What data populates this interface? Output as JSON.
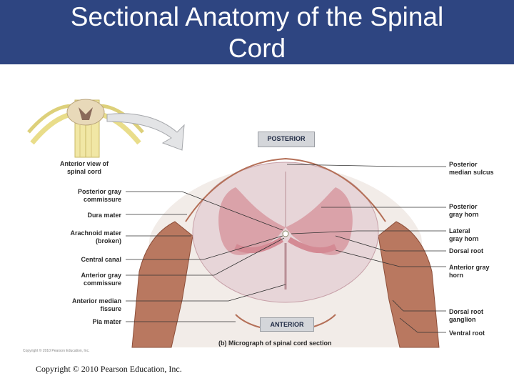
{
  "slide": {
    "title_line1": "Sectional Anatomy of the Spinal",
    "title_line2": "Cord",
    "footer": "Copyright © 2010 Pearson Education, Inc.",
    "small_copyright": "Copyright © 2010 Pearson Education, Inc."
  },
  "figure": {
    "inset_label_line1": "Anterior view of",
    "inset_label_line2": "spinal cord",
    "posterior_box": "POSTERIOR",
    "anterior_box": "ANTERIOR",
    "caption": "(b) Micrograph of spinal cord section",
    "left_labels": [
      {
        "line1": "Posterior gray",
        "line2": "commissure"
      },
      {
        "line1": "Dura mater",
        "line2": ""
      },
      {
        "line1": "Arachnoid mater",
        "line2": "(broken)"
      },
      {
        "line1": "Central canal",
        "line2": ""
      },
      {
        "line1": "Anterior gray",
        "line2": "commissure"
      },
      {
        "line1": "Anterior median",
        "line2": "fissure"
      },
      {
        "line1": "Pia mater",
        "line2": ""
      }
    ],
    "right_labels": [
      {
        "line1": "Posterior",
        "line2": "median sulcus"
      },
      {
        "line1": "Posterior",
        "line2": "gray horn"
      },
      {
        "line1": "Lateral",
        "line2": "gray horn"
      },
      {
        "line1": "Dorsal root",
        "line2": ""
      },
      {
        "line1": "Anterior gray",
        "line2": "horn"
      },
      {
        "line1": "Dorsal root",
        "line2": "ganglion"
      },
      {
        "line1": "Ventral root",
        "line2": ""
      }
    ]
  }
}
